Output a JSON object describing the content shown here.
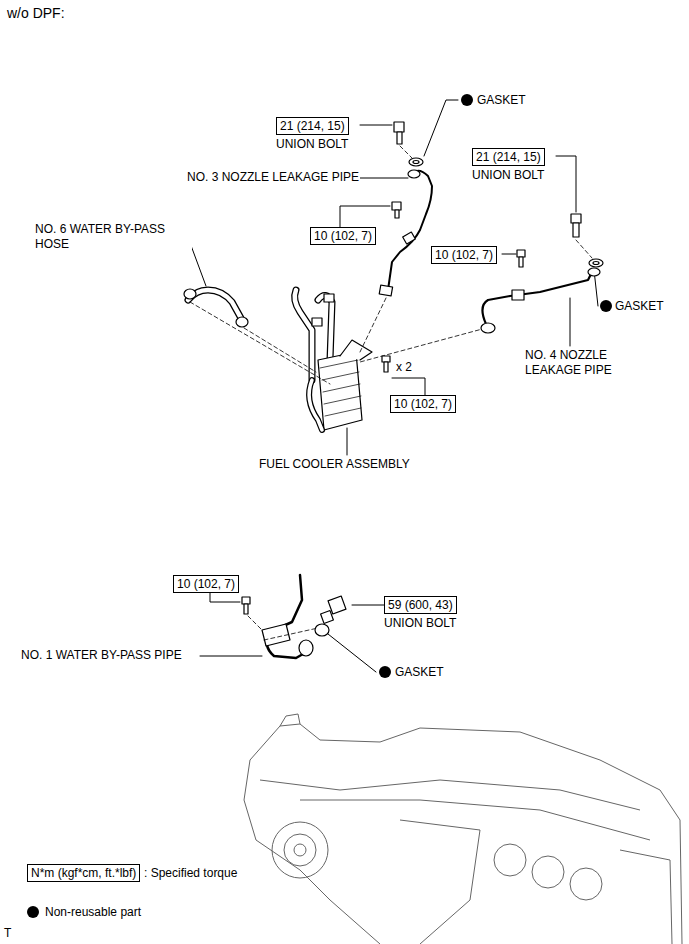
{
  "diagram": {
    "nodes": [
      {
        "text": [
          "21 (214, 15)",
          "UNION BOLT"
        ]
      },
      {
        "text": [
          "21 (214, 15)",
          "UNION BOLT"
        ]
      },
      {
        "text": [
          "10 (102, 7)"
        ]
      },
      {
        "text": [
          "10 (102, 7)"
        ]
      },
      {
        "text": [
          "10 (102, 7)"
        ]
      },
      {
        "text": [
          "10 (102, 7)"
        ]
      },
      {
        "text": [
          "59 (600, 43)",
          "UNION BOLT"
        ]
      },
      {
        "text": [
          "N*m (kgf*cm, ft.*lbf)"
        ]
      }
    ],
    "labels": [
      "w/o DPF:",
      "GASKET",
      "NO. 3 NOZZLE LEAKAGE PIPE",
      "NO. 6 WATER BY-PASS HOSE",
      "GASKET",
      "NO. 4 NOZZLE LEAKAGE PIPE",
      "x 2",
      "FUEL COOLER ASSEMBLY",
      "NO. 1 WATER BY-PASS PIPE",
      "GASKET",
      "T"
    ],
    "legend": [
      {
        "text": ": Specified torque"
      },
      {
        "text": "Non-reusable part"
      }
    ]
  }
}
